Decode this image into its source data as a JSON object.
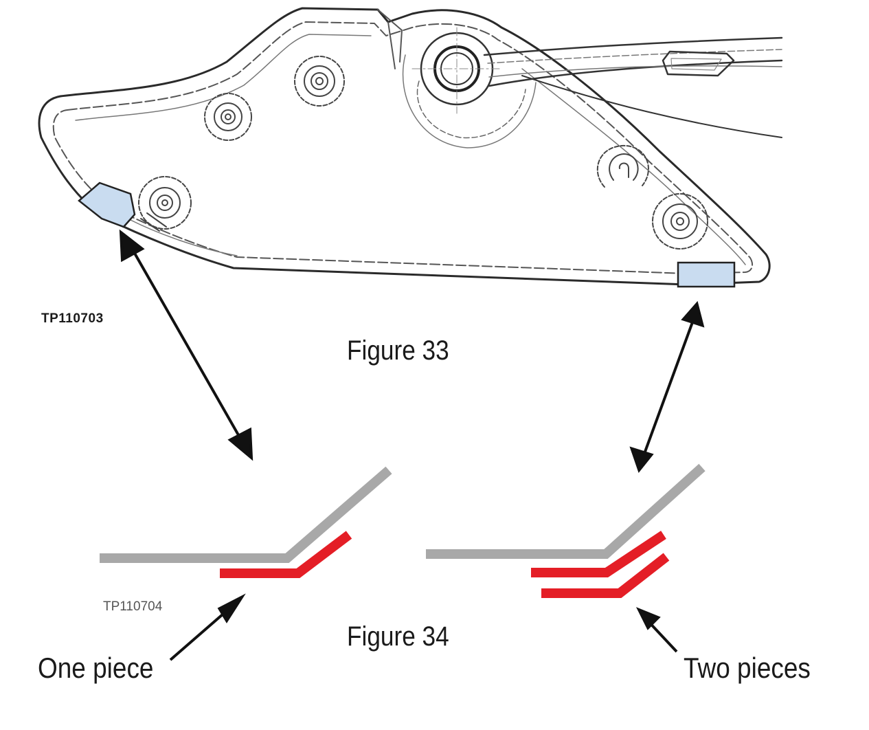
{
  "labels": {
    "drawing_code_top": "TP110703",
    "figure_top": "Figure 33",
    "drawing_code_bottom": "TP110704",
    "figure_bottom": "Figure 34",
    "callout_left": "One piece",
    "callout_right": "Two pieces"
  },
  "colors": {
    "part_outline": "#2a2a2a",
    "detail_lines": "#6a6a6a",
    "highlight_fill": "#c9dcf0",
    "base_layer": "#a8a8a8",
    "piece_layer": "#e41e26",
    "arrow": "#111111"
  }
}
